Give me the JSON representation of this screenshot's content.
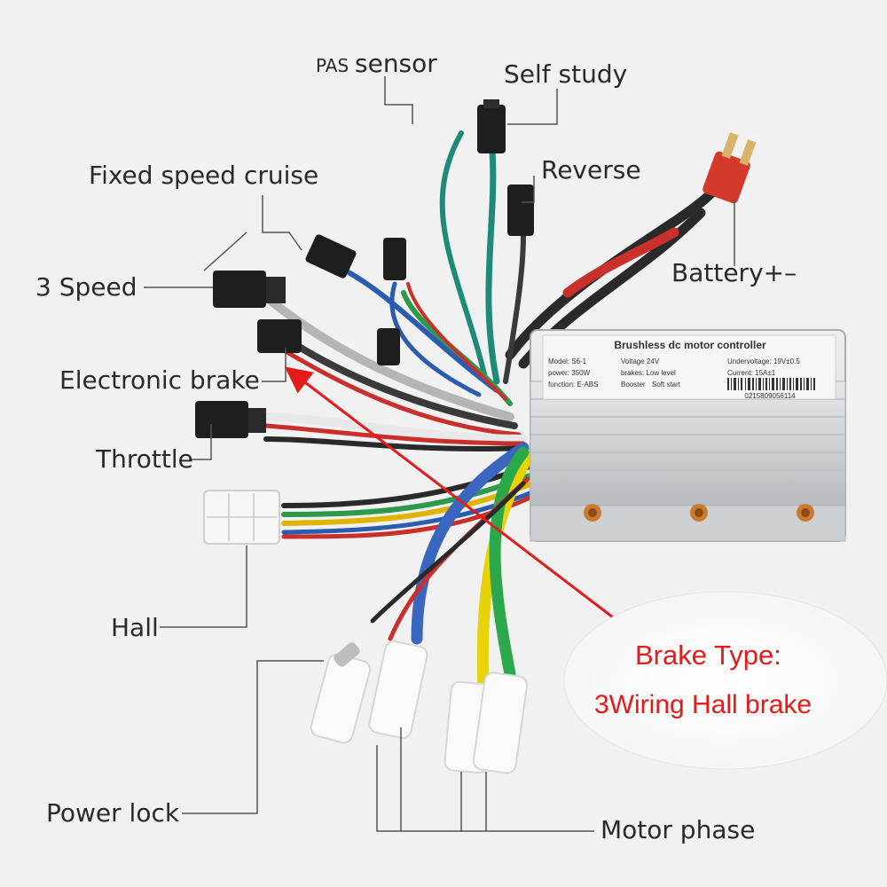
{
  "labels": {
    "pas_prefix": "PAS",
    "pas_sensor": "sensor",
    "self_study": "Self study",
    "fixed_speed_cruise": "Fixed speed cruise",
    "reverse": "Reverse",
    "three_speed": "3 Speed",
    "battery": "Battery+–",
    "electronic_brake": "Electronic brake",
    "throttle": "Throttle",
    "hall": "Hall",
    "power_lock": "Power lock",
    "motor_phase": "Motor phase"
  },
  "controller": {
    "title": "Brushless dc motor controller",
    "model": "Model: S6-1",
    "voltage": "Voltage 24V",
    "undervoltage": "Undervoltage: 19V±0.5",
    "power": "power: 350W",
    "brakes": "brakes: Low level",
    "current": "Current: 15A±1",
    "function": "function: E-ABS",
    "booster": "Booster",
    "soft_start": "Soft start",
    "barcode_number": "0215809056114"
  },
  "bubble": {
    "title": "Brake Type:",
    "body": "3Wiring Hall brake"
  },
  "colors": {
    "background": "#f1f1f1",
    "label_text": "#2a2a2a",
    "callout_red": "#e21b1b",
    "controller_body": "#d6d8da"
  }
}
